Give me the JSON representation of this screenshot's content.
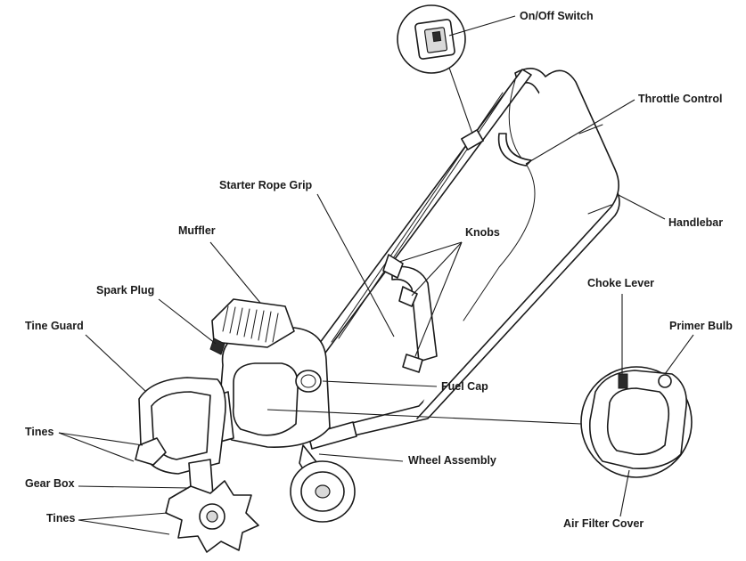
{
  "labels": {
    "on_off_switch": "On/Off Switch",
    "throttle_control": "Throttle Control",
    "handlebar": "Handlebar",
    "starter_rope_grip": "Starter Rope Grip",
    "knobs": "Knobs",
    "muffler": "Muffler",
    "spark_plug": "Spark Plug",
    "choke_lever": "Choke Lever",
    "primer_bulb": "Primer Bulb",
    "tine_guard": "Tine Guard",
    "fuel_cap": "Fuel Cap",
    "tines_upper": "Tines",
    "wheel_assembly": "Wheel Assembly",
    "gear_box": "Gear Box",
    "tines_lower": "Tines",
    "air_filter_cover": "Air Filter Cover"
  },
  "colors": {
    "line": "#1a1a1a",
    "background": "#ffffff"
  }
}
